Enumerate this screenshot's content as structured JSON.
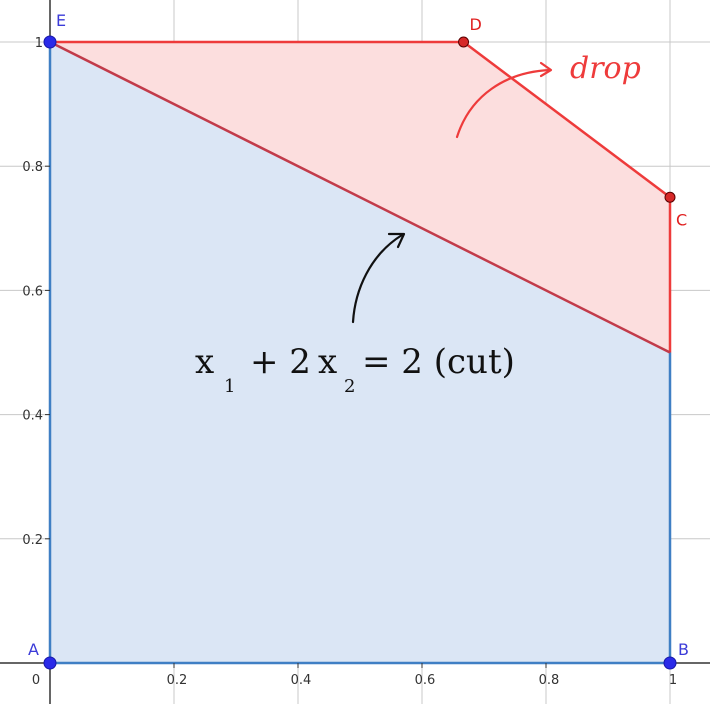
{
  "colors": {
    "grid": "#c8c8c8",
    "axis": "#333333",
    "blue_fill": "#dbe6f5",
    "blue_stroke": "#3f7fc4",
    "red_fill": "#fcdede",
    "red_stroke": "#ee3b3b",
    "cut_stroke": "#c23b4a",
    "blue_point": "#2a2ae8",
    "red_point": "#d62828",
    "blue_label": "#3b3bd8",
    "red_label": "#e02020"
  },
  "axes": {
    "x_ticks": [
      "0",
      "0.2",
      "0.4",
      "0.6",
      "0.8",
      "1"
    ],
    "y_ticks": [
      "0.2",
      "0.4",
      "0.6",
      "0.8",
      "1"
    ]
  },
  "points": {
    "A": {
      "label": "A",
      "x": 0,
      "y": 0
    },
    "B": {
      "label": "B",
      "x": 1,
      "y": 0
    },
    "C": {
      "label": "C",
      "x": 1,
      "y": 0.75
    },
    "D": {
      "label": "D",
      "x": 0.667,
      "y": 1
    },
    "E": {
      "label": "E",
      "x": 0,
      "y": 1
    }
  },
  "cut_line": {
    "x1": 0,
    "y1": 1,
    "x2": 1,
    "y2": 0.5
  },
  "annotations": {
    "drop": "drop",
    "eq_x": "x",
    "eq_sub1": "1",
    "eq_plus": "+ 2",
    "eq_x2": "x",
    "eq_sub2": "2",
    "eq_rest": "= 2  (cut)"
  }
}
